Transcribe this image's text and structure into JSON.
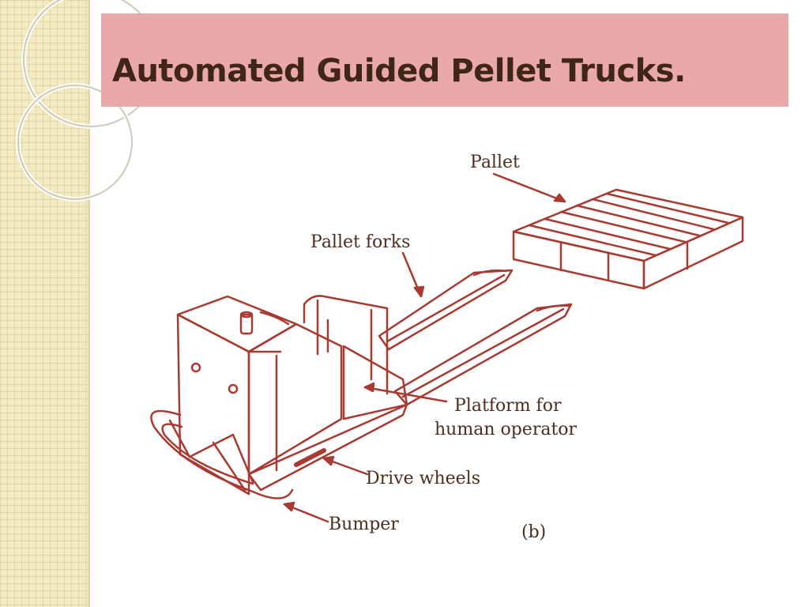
{
  "slide": {
    "title": "Automated Guided Pellet Trucks."
  },
  "diagram": {
    "labels": {
      "pallet": "Pallet",
      "pallet_forks": "Pallet forks",
      "platform_line1": "Platform for",
      "platform_line2": "human operator",
      "drive_wheels": "Drive wheels",
      "bumper": "Bumper",
      "figure_tag": "(b)"
    },
    "colors": {
      "line": "#a83a32",
      "label_text": "#4a2e20",
      "title_bar": "#e9a8a9",
      "title_text": "#3f2616",
      "sidebar": "#f3ebc3"
    }
  }
}
